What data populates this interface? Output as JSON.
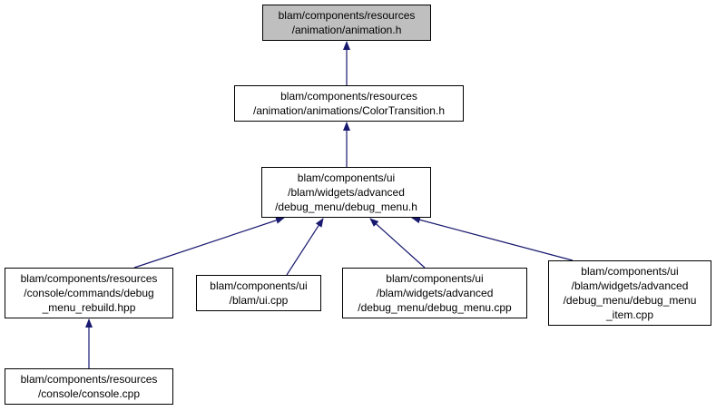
{
  "diagram": {
    "nodes": [
      {
        "id": "animation_h",
        "lines": [
          "blam/components/resources",
          "/animation/animation.h"
        ],
        "focus": true
      },
      {
        "id": "colortransition_h",
        "lines": [
          "blam/components/resources",
          "/animation/animations/ColorTransition.h"
        ]
      },
      {
        "id": "debug_menu_h",
        "lines": [
          "blam/components/ui",
          "/blam/widgets/advanced",
          "/debug_menu/debug_menu.h"
        ]
      },
      {
        "id": "debug_menu_rebuild_hpp",
        "lines": [
          "blam/components/resources",
          "/console/commands/debug",
          "_menu_rebuild.hpp"
        ]
      },
      {
        "id": "ui_cpp",
        "lines": [
          "blam/components/ui",
          "/blam/ui.cpp"
        ]
      },
      {
        "id": "debug_menu_cpp",
        "lines": [
          "blam/components/ui",
          "/blam/widgets/advanced",
          "/debug_menu/debug_menu.cpp"
        ]
      },
      {
        "id": "debug_menu_item_cpp",
        "lines": [
          "blam/components/ui",
          "/blam/widgets/advanced",
          "/debug_menu/debug_menu",
          "_item.cpp"
        ]
      },
      {
        "id": "console_cpp",
        "lines": [
          "blam/components/resources",
          "/console/console.cpp"
        ]
      }
    ],
    "edges": [
      {
        "from": "colortransition_h",
        "to": "animation_h"
      },
      {
        "from": "debug_menu_h",
        "to": "colortransition_h"
      },
      {
        "from": "debug_menu_rebuild_hpp",
        "to": "debug_menu_h"
      },
      {
        "from": "ui_cpp",
        "to": "debug_menu_h"
      },
      {
        "from": "debug_menu_cpp",
        "to": "debug_menu_h"
      },
      {
        "from": "debug_menu_item_cpp",
        "to": "debug_menu_h"
      },
      {
        "from": "console_cpp",
        "to": "debug_menu_rebuild_hpp"
      }
    ],
    "colors": {
      "edge": "#191970",
      "focus_fill": "#bfbfbf",
      "node_fill": "#ffffff",
      "node_border": "#000000"
    }
  }
}
